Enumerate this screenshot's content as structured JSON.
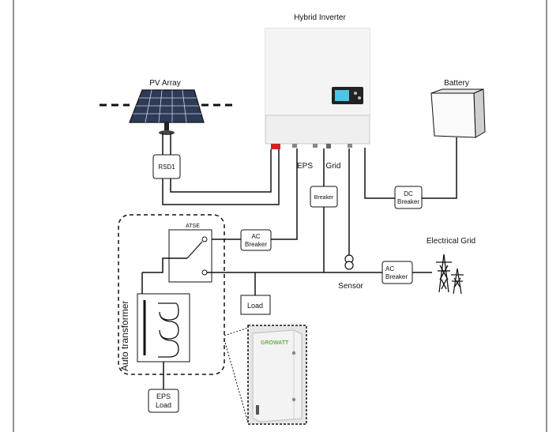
{
  "labels": {
    "inverter": "Hybrid Inverter",
    "pv_array": "PV Array",
    "battery": "Battery",
    "rsd": "RSD1",
    "eps": "EPS",
    "grid": "Grid",
    "breaker": "Breaker",
    "dc_breaker_1": "DC",
    "dc_breaker_2": "Breaker",
    "atse": "ATSE",
    "ac_breaker_1": "AC",
    "ac_breaker_2": "Breaker",
    "electrical_grid": "Electrical Grid",
    "sensor": "Sensor",
    "load": "Load",
    "auto_transformer": "Auto transformer",
    "eps_load_1": "EPS",
    "eps_load_2": "Load",
    "brand": "GROWATT"
  },
  "colors": {
    "line": "#111111",
    "inverter_body": "#ebebeb",
    "panel": "#3a4a6a",
    "brand_green": "#6ab04c",
    "dashed_box_bg": "#dcdcdc"
  }
}
